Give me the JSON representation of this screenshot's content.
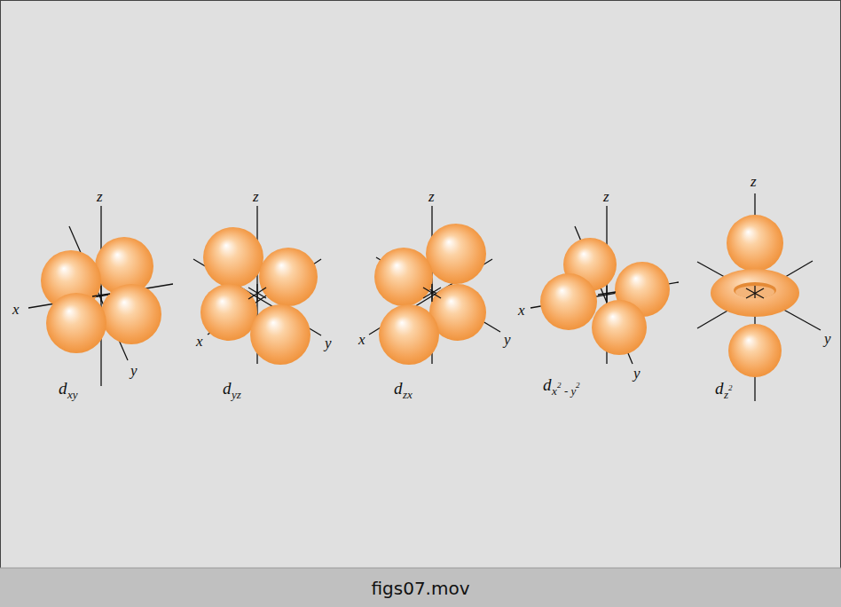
{
  "diagram": {
    "caption": "figs07.mov",
    "labels": [
      "z",
      "x",
      "y",
      "d",
      "xy",
      "z",
      "x",
      "y",
      "d",
      "yz",
      "z",
      "x",
      "y",
      "d",
      "zx",
      "z",
      "x",
      "y",
      "d",
      "x",
      "2",
      "- y",
      "2",
      "z",
      "y",
      "d",
      "z",
      "2"
    ]
  }
}
